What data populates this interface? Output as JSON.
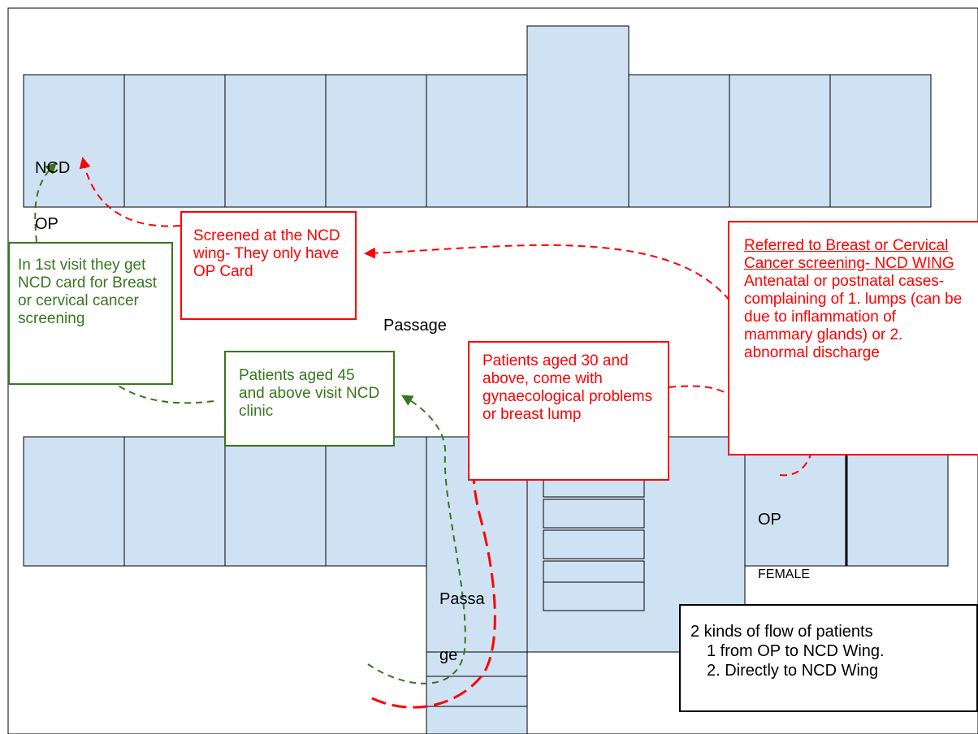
{
  "colors": {
    "room_fill": "#cfe2f3",
    "outline": "#000000",
    "red_flow": "#ff0000",
    "green_flow": "#38761d"
  },
  "labels": {
    "ncd_op": [
      "NCD",
      "OP"
    ],
    "passage_top": "Passage",
    "passage_lower": [
      "Passa",
      "ge"
    ],
    "op_female": [
      "OP",
      "FEMALE"
    ]
  },
  "boxes": {
    "screened": "Screened at the NCD wing- They only have OP Card",
    "first_visit": "In 1st visit they get NCD card for Breast or cervical cancer screening",
    "aged45": "Patients aged 45 and above visit NCD clinic",
    "aged30": "Patients aged 30 and above, come with gynaecological problems or breast lump",
    "referred": {
      "underlined": "Referred to Breast or Cervical Cancer screening- NCD WING",
      "rest": "Antenatal or postnatal cases- complaining of 1. lumps (can be due to inflammation of mammary glands) or 2. abnormal discharge"
    }
  },
  "legend": {
    "title": "2 kinds of flow of patients",
    "item1": "1 from OP to NCD Wing.",
    "item2": "2. Directly to NCD Wing"
  }
}
